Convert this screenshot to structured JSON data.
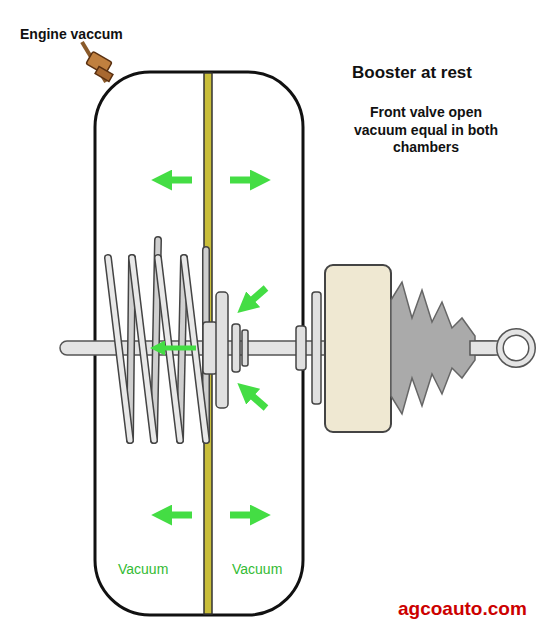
{
  "diagram": {
    "title": "Booster at rest",
    "labels": [
      "Engine vaccum",
      "Front valve open vacuum equal in both chambers",
      "Vacuum",
      "Vacuum",
      "agcoauto.com"
    ]
  }
}
